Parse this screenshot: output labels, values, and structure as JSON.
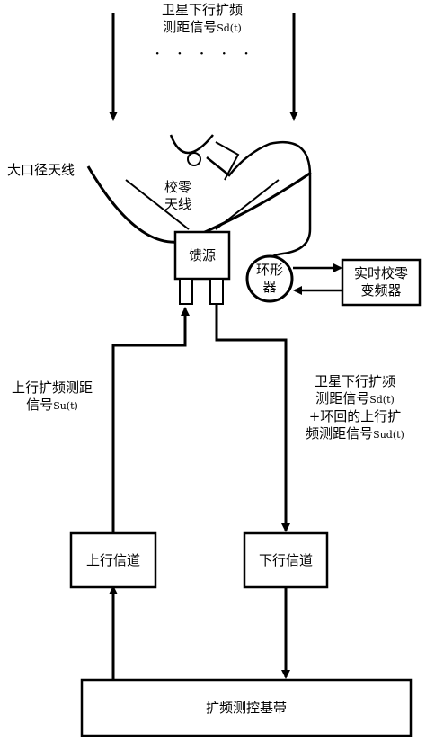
{
  "signals": {
    "downlink_line1": "卫星下行扩频",
    "downlink_line2_main": "测距信号",
    "downlink_line2_sub": "Sd(t)",
    "dots": "· · · · ·",
    "uplink_line1": "上行扩频测距",
    "uplink_line2_main": "信号",
    "uplink_line2_sub": "Su(t)",
    "combined_line1": "卫星下行扩频",
    "combined_line2_main": "测距信号",
    "combined_line2_sub": "Sd(t)",
    "combined_line3": "+环回的上行扩",
    "combined_line4_main": "频测距信号",
    "combined_line4_sub": "Sud(t)"
  },
  "antenna": {
    "large_label": "大口径天线",
    "zero_label_line1": "校零",
    "zero_label_line2": "天线"
  },
  "blocks": {
    "feed": "馈源",
    "circulator_line1": "环形",
    "circulator_line2": "器",
    "converter_line1": "实时校零",
    "converter_line2": "变频器",
    "uplink_channel": "上行信道",
    "downlink_channel": "下行信道",
    "baseband": "扩频测控基带"
  }
}
